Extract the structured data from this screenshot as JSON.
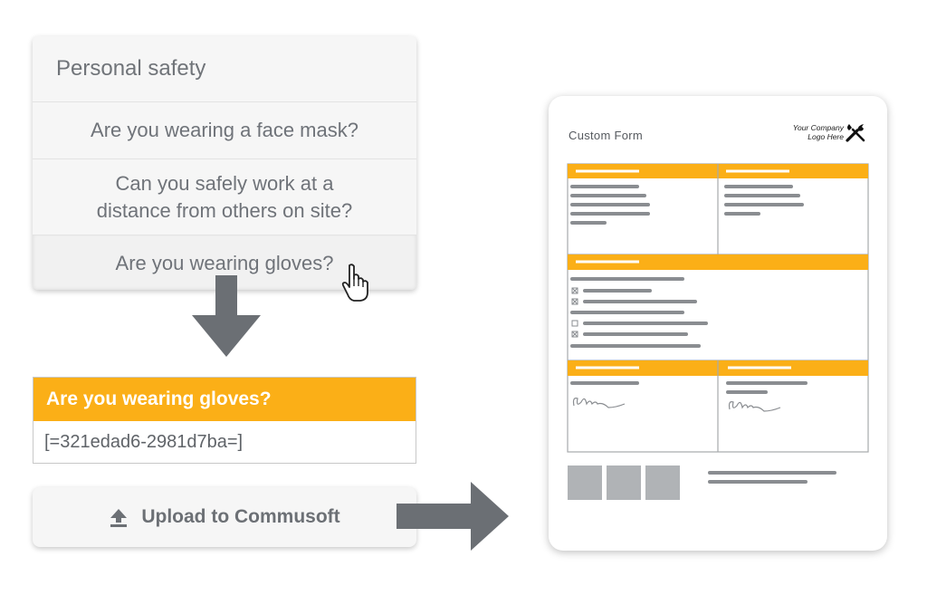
{
  "menu": {
    "title": "Personal safety",
    "items": [
      {
        "label": "Are you wearing a face mask?"
      },
      {
        "label_line1": "Can you safely work at a",
        "label_line2": "distance from others on site?"
      },
      {
        "label": "Are you wearing gloves?"
      }
    ]
  },
  "answer": {
    "question": "Are you wearing gloves?",
    "value": "[=321edad6-2981d7ba=]"
  },
  "upload": {
    "label": "Upload to Commusoft",
    "icon": "upload-icon"
  },
  "form": {
    "title": "Custom Form",
    "logo_line1": "Your Company",
    "logo_line2": "Logo Here",
    "logo_icon": "tools-icon"
  },
  "colors": {
    "accent": "#fbaf17",
    "arrow": "#6b6f74",
    "placeholder_line": "#8a8d91",
    "thumb": "#b0b3b6"
  }
}
